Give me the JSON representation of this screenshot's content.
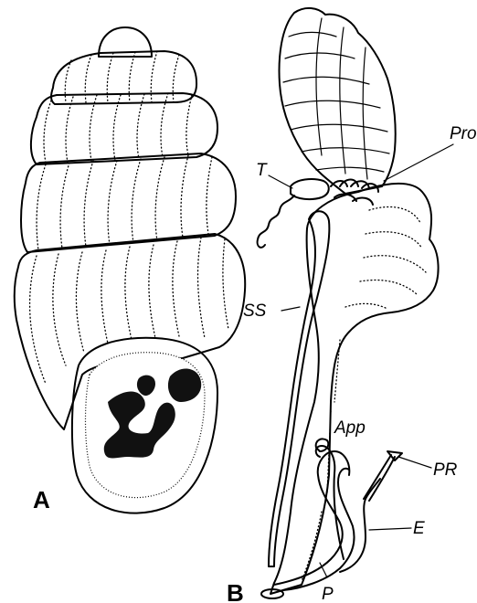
{
  "panels": {
    "a": "A",
    "b": "B"
  },
  "labels": {
    "pro": "Pro",
    "t": "T",
    "ss": "SS",
    "app": "App",
    "pr": "PR",
    "e": "E",
    "p": "P"
  }
}
